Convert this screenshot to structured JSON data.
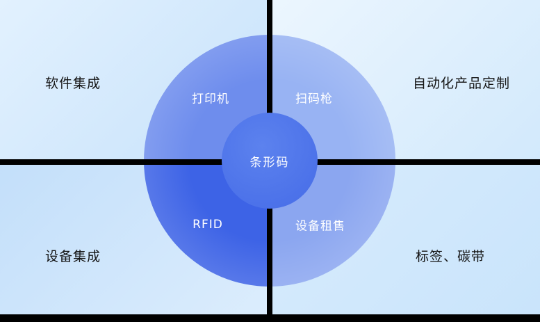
{
  "diagram": {
    "center_label": "条形码",
    "quadrant_labels": {
      "top_left": "打印机",
      "top_right": "扫码枪",
      "bottom_left": "RFID",
      "bottom_right": "设备租售"
    },
    "corner_labels": {
      "top_left": "软件集成",
      "top_right": "自动化产品定制",
      "bottom_left": "设备集成",
      "bottom_right": "标签、碳带"
    },
    "colors": {
      "circle_top_left": "#6e8ded",
      "circle_top_right": "#98b3f3",
      "circle_bottom_left": "#3d63e6",
      "circle_bottom_right": "#8ba6f0",
      "center_circle": "#4b71e9",
      "center_circle_light": "#5c82ee",
      "divider": "#000000",
      "background_base": "#d6ecfd"
    }
  }
}
